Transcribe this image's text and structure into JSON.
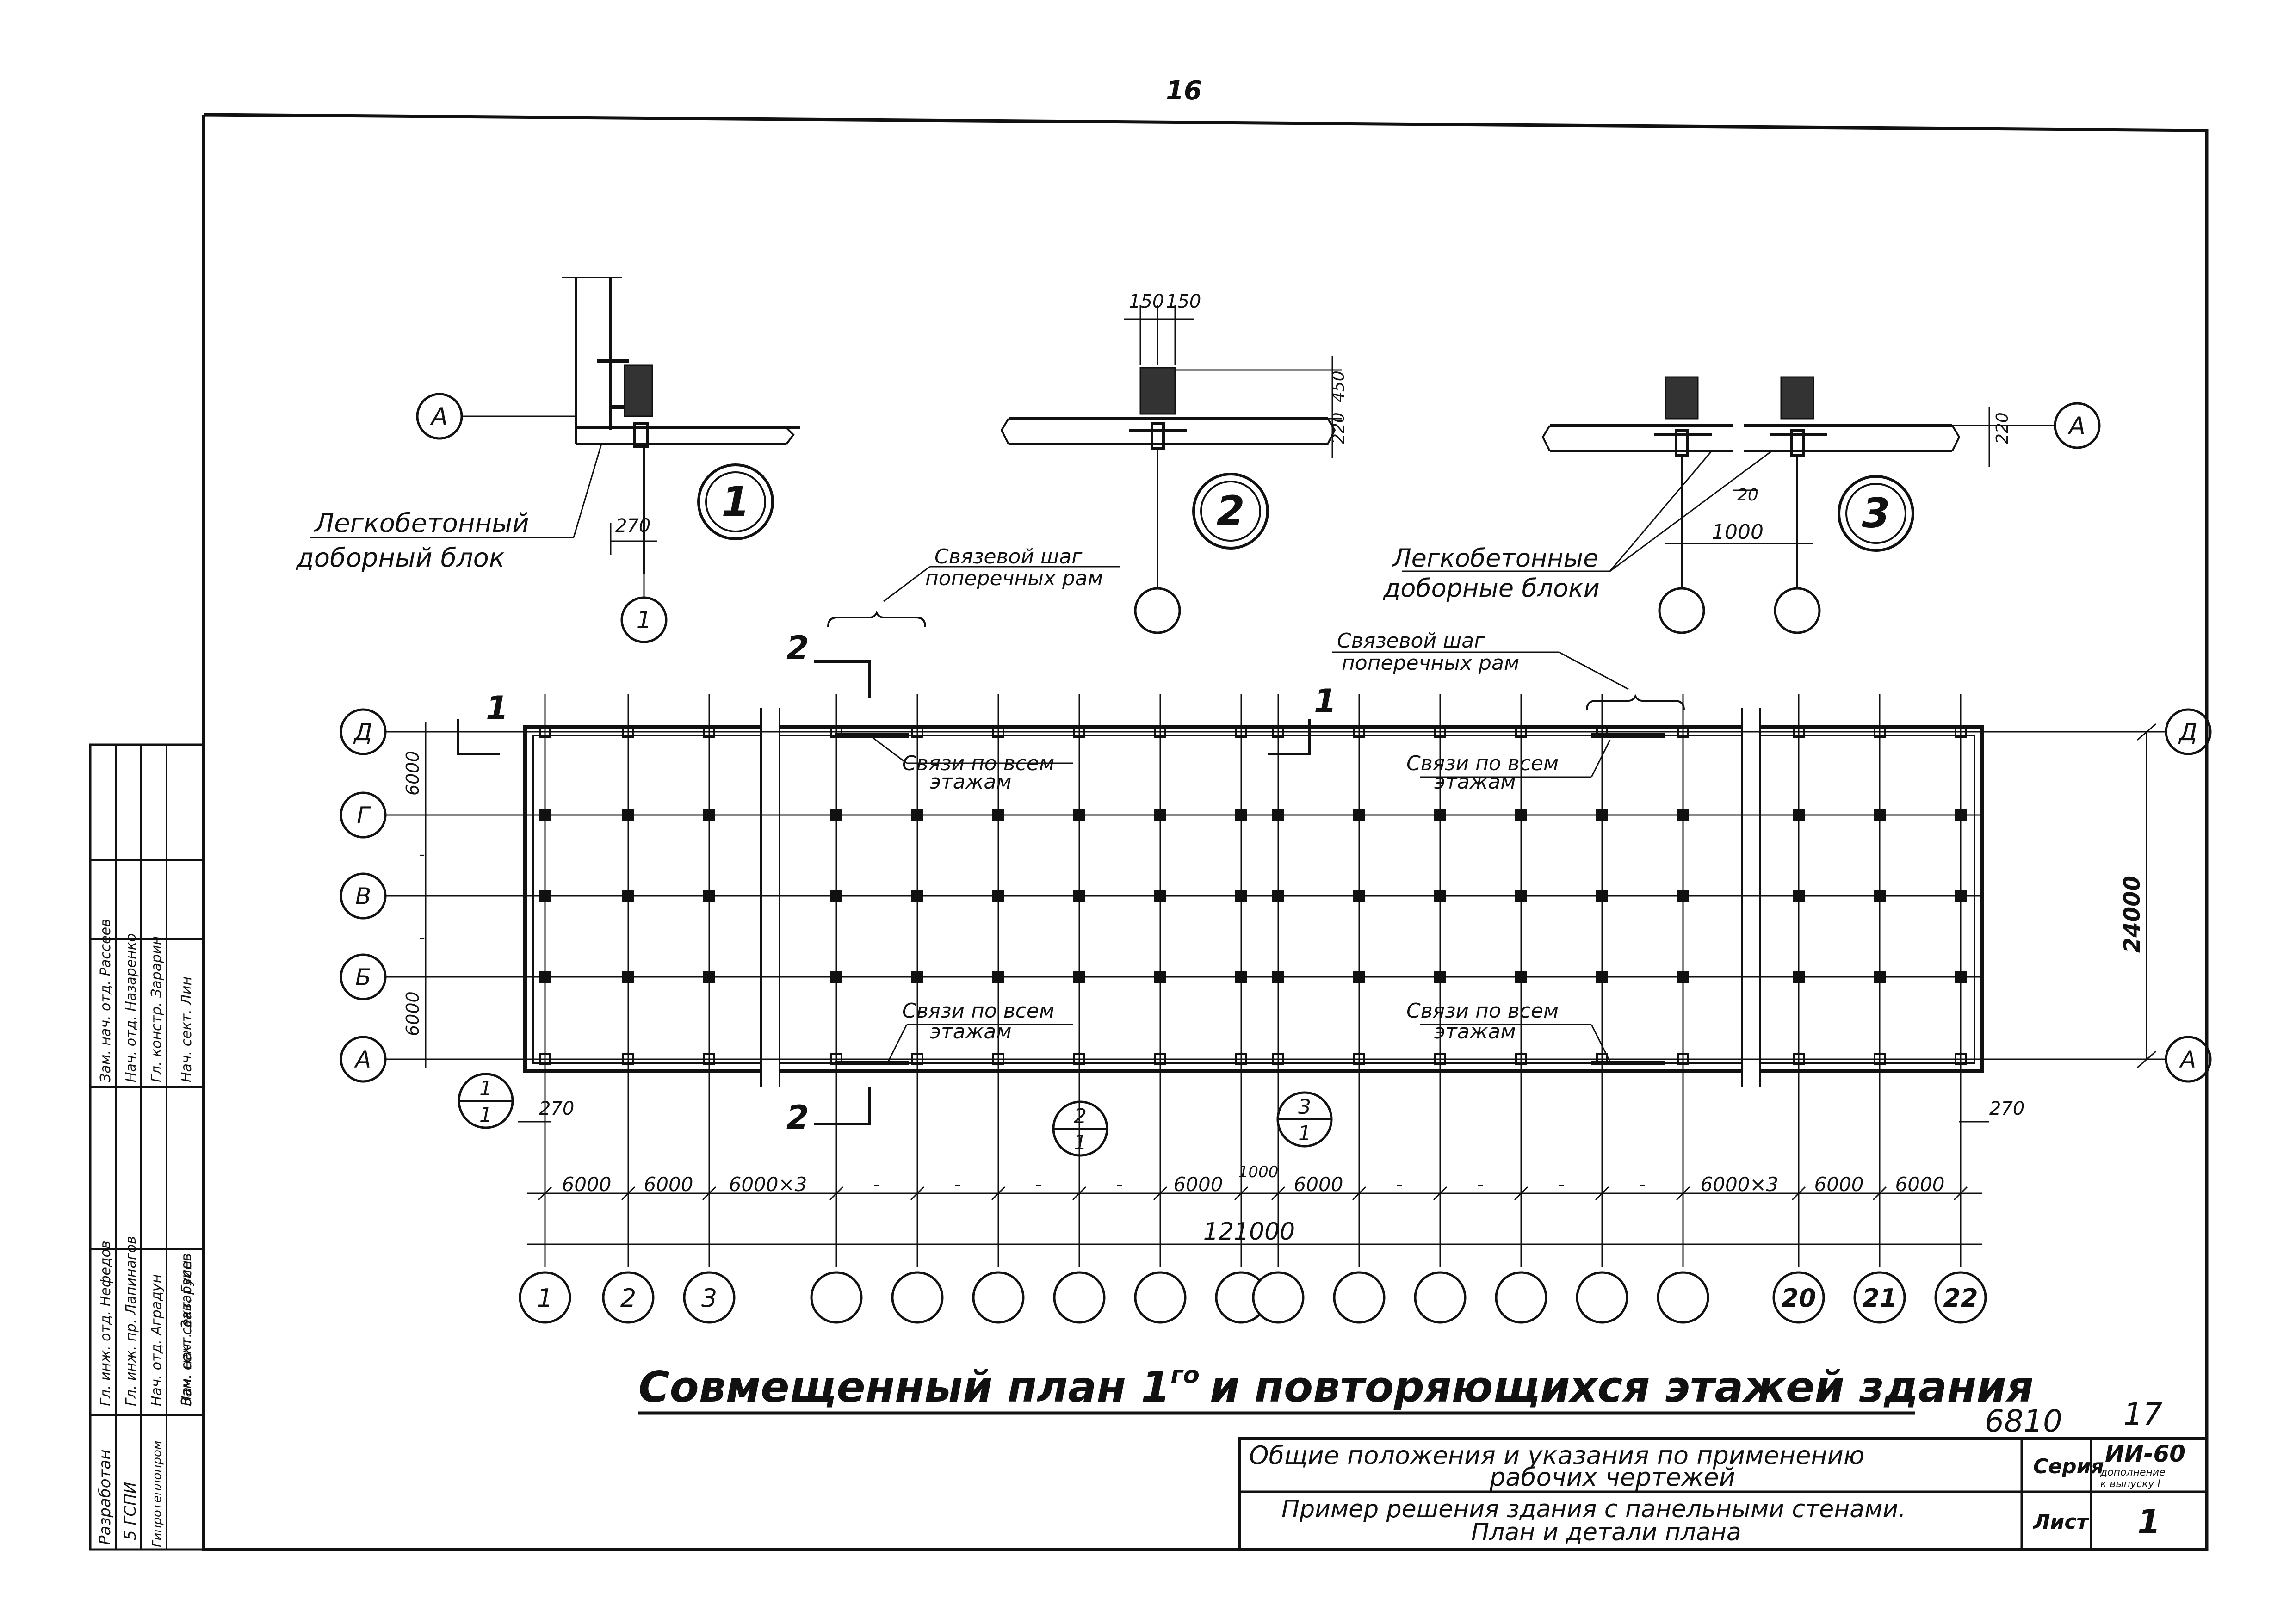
{
  "page_number": "16",
  "title": {
    "text": "Совмещенный план 1",
    "superscript": "го",
    "text_rest": "и повторяющихся этажей здания"
  },
  "details": [
    {
      "number": "1",
      "axis_letter": "А",
      "axis_number": "1",
      "dimension": "270",
      "label_line1": "Легкобетонный",
      "label_line2": "доборный блок"
    },
    {
      "number": "2",
      "dim_left": "150",
      "dim_right": "150",
      "dim_height": "450",
      "dim_slab": "220"
    },
    {
      "number": "3",
      "axis_letter": "А",
      "dim_slab": "220",
      "dim_gap": "20",
      "dim_span": "1000",
      "label_line1": "Легкобетонные",
      "label_line2": "доборные блоки"
    }
  ],
  "plan": {
    "row_axes": [
      "Д",
      "Г",
      "В",
      "Б",
      "А"
    ],
    "row_dims": [
      "6000",
      "-",
      "-",
      "6000"
    ],
    "total_height": "24000",
    "bay_label_line1": "Связевой шаг",
    "bay_label_line2": "поперечных рам",
    "bracing_line1": "Связи по всем",
    "bracing_line2": "этажам",
    "section_marks": [
      "1",
      "1",
      "2",
      "2"
    ],
    "detail_refs": [
      {
        "top": "1",
        "bottom": "1"
      },
      {
        "top": "2",
        "bottom": "1"
      },
      {
        "top": "3",
        "bottom": "1"
      }
    ],
    "edge_dim_left": "270",
    "edge_dim_right": "270",
    "bay_dims": [
      "6000",
      "6000",
      "6000×3",
      "-",
      "-",
      "-",
      "-",
      "6000",
      "1000",
      "6000",
      "-",
      "-",
      "-",
      "-",
      "6000×3",
      "6000",
      "6000"
    ],
    "total_length": "121000",
    "column_axes": [
      "1",
      "2",
      "3",
      "",
      "",
      "",
      "",
      "",
      "",
      "",
      "",
      "",
      "",
      "",
      "",
      "20",
      "21",
      "22"
    ]
  },
  "stamp": {
    "code": "6810",
    "sheet_id": "17",
    "description_line1": "Общие положения и указания по применению",
    "description_line2": "рабочих чертежей",
    "sheet_title_line1": "Пример решения здания с панельными стенами.",
    "sheet_title_line2": "План и детали плана",
    "series_label": "Серия",
    "series_value": "ИИ-60",
    "series_sub1": "дополнение",
    "series_sub2": "к выпуску I",
    "sheet_label": "Лист",
    "sheet_value": "1"
  },
  "side_stamp": {
    "org": "5 ГСПИ",
    "org_role": "Разработан",
    "dept": "Гипротеплопром",
    "rows": [
      [
        "Гл. инж. отд.",
        "Нефедов"
      ],
      [
        "Гл. инж. пр.",
        "Лапинагов"
      ],
      [
        "Нач. отд.",
        "Аградун"
      ],
      [
        "Нач. сект.",
        "Заварзин"
      ],
      [
        "Зам. нач. сект.",
        "Гусев"
      ],
      [
        "Зам. нач. отд.",
        "Рассеев"
      ],
      [
        "Нач. отд.",
        "Назаренко"
      ],
      [
        "Гл. констр.",
        "Зарарин"
      ],
      [
        "Нач. сект.",
        "Лин"
      ]
    ]
  }
}
